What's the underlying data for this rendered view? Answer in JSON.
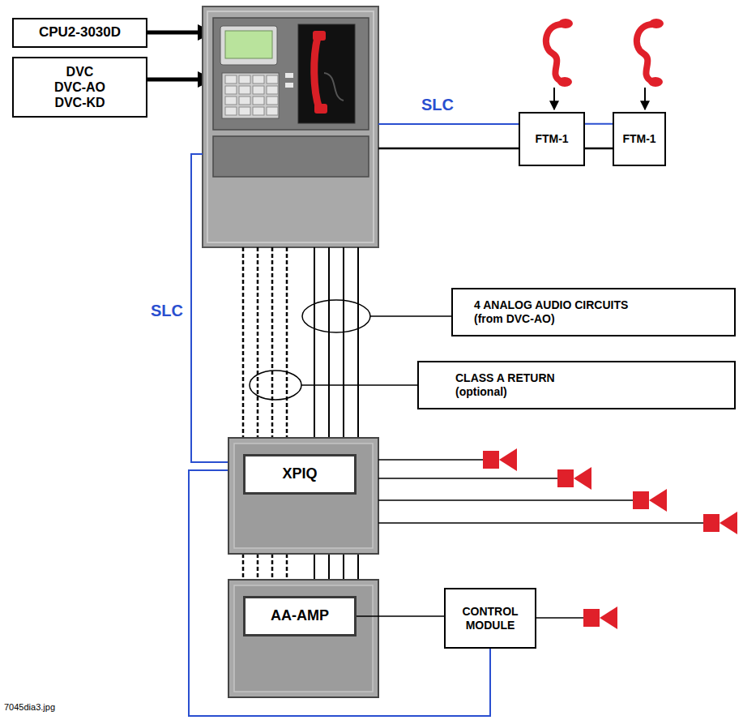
{
  "diagram": {
    "nodes": [
      {
        "text": [
          "CPU2-3030D"
        ]
      },
      {
        "text": [
          "DVC",
          "DVC-AO",
          "DVC-KD"
        ]
      },
      {
        "text": [
          "FTM-1"
        ]
      },
      {
        "text": [
          "FTM-1"
        ]
      },
      {
        "text": [
          "4 ANALOG AUDIO CIRCUITS (from DVC-AO)"
        ]
      },
      {
        "text": [
          "CLASS A RETURN (optional)"
        ]
      },
      {
        "text": [
          "XPIQ"
        ]
      },
      {
        "text": [
          "AA-AMP"
        ]
      },
      {
        "text": [
          "CONTROL MODULE"
        ]
      }
    ],
    "edges": [
      {
        "from": 2,
        "to": 3,
        "arrow": "none"
      },
      {
        "from": 2,
        "to": 3,
        "arrow": "none"
      },
      {
        "from": 7,
        "to": 8,
        "arrow": "none"
      }
    ],
    "labels": [
      "SLC",
      "SLC",
      "7045dia3.jpg"
    ]
  }
}
